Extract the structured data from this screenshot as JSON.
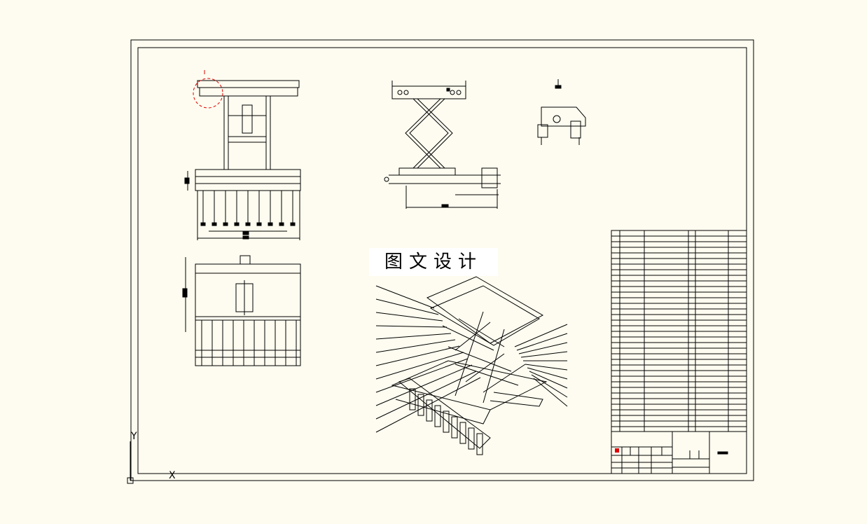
{
  "watermark": "图文设计",
  "ucs": {
    "y_label": "Y",
    "x_label": "X"
  },
  "colors": {
    "background": "#fefcf0",
    "ink": "#000000",
    "marker": "#e00000"
  }
}
